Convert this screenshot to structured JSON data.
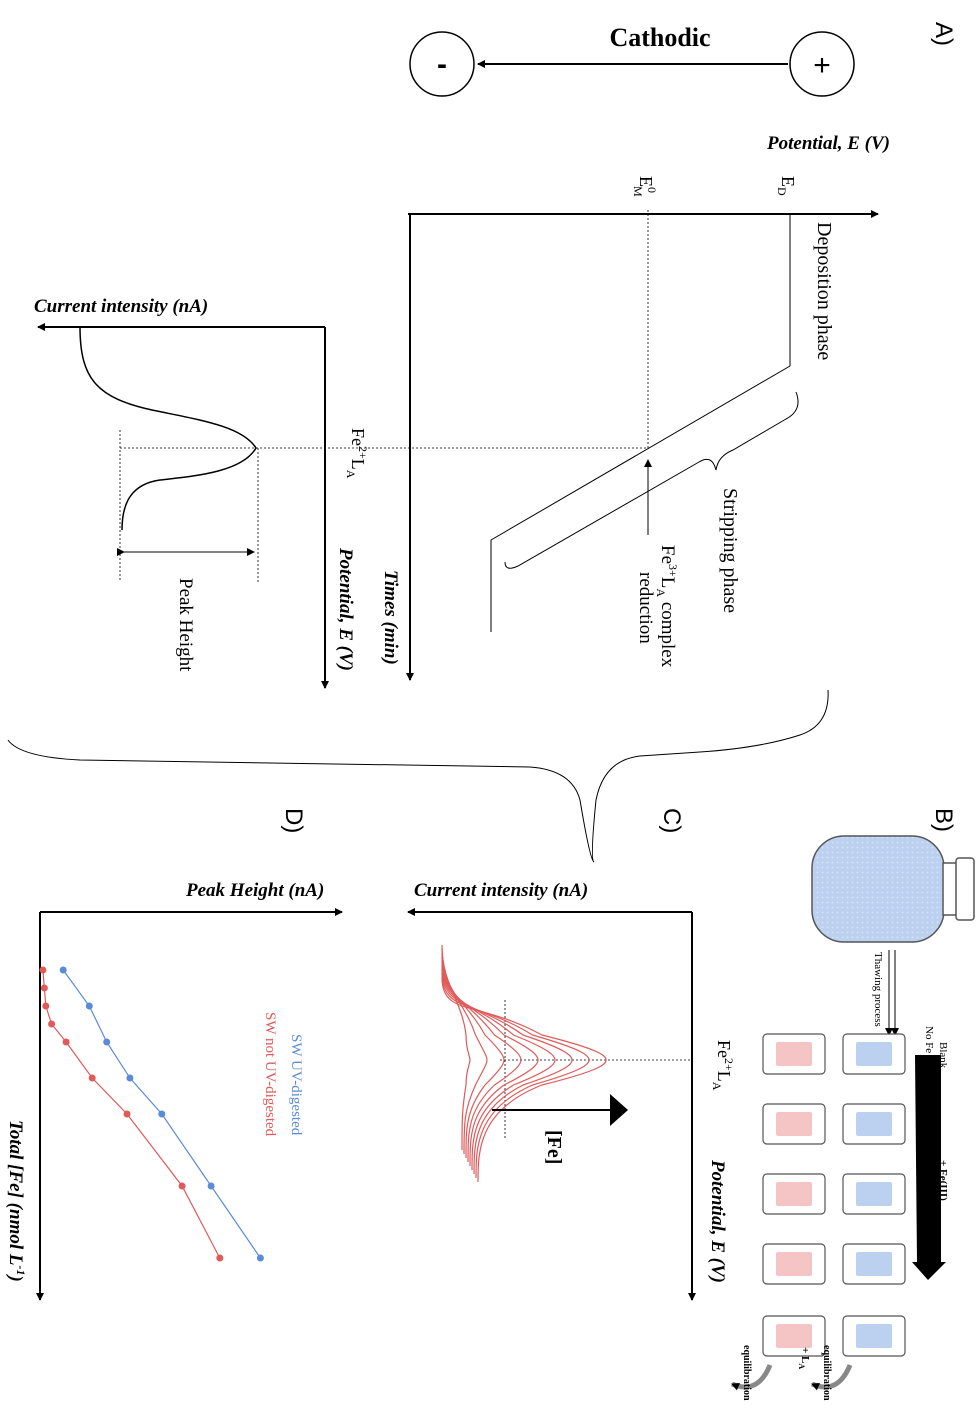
{
  "panels": {
    "a": "A)",
    "b": "B)",
    "c": "C)",
    "d": "D)"
  },
  "panel_a": {
    "cathodic": "Cathodic",
    "minus": "-",
    "plus": "+",
    "potential_axis": "Potential, E (V)",
    "ed_main": "E",
    "ed_sub": "D",
    "em_main": "E",
    "em_sup": "0",
    "em_sub": "M",
    "deposition": "Deposition phase",
    "stripping": "Stripping phase",
    "fe3_pre": "Fe",
    "fe3_sup": "3+",
    "fe3_mid": "L",
    "fe3_sub": "A",
    "fe3_post": " complex",
    "reduction": "reduction",
    "times_axis": "Times (min)",
    "current_axis": "Current intensity (nA)",
    "fe2_pre": "Fe",
    "fe2_sup": "2+",
    "fe2_mid": "L",
    "fe2_sub": "A",
    "potential_axis2": "Potential, E (V)",
    "peak_height": "Peak Height"
  },
  "panel_b": {
    "thawing": "Thawing process",
    "blank": "Blank",
    "no_fe": "No Fe addition",
    "fe_add": "+ Fe(III)",
    "la_add": "+ L",
    "la_sub": "A",
    "equil1": "equilibration",
    "equil2": "equilibration"
  },
  "panel_c": {
    "current_axis": "Current intensity (nA)",
    "fe2_pre": "Fe",
    "fe2_sup": "2+",
    "fe2_mid": "L",
    "fe2_sub": "A",
    "fe_arrow": "[Fe]",
    "potential_axis": "Potential, E (V)"
  },
  "panel_d": {
    "ylabel": "Peak Height (nA)",
    "xlabel": "Total [Fe] (nmol L",
    "xlabel_sup": "-1",
    "xlabel_end": ")"
  },
  "colors": {
    "blue": "#5b8bd6",
    "red": "#e05a5a",
    "blue_fill": "#bcd1ef",
    "red_fill": "#f5c4c4"
  },
  "chart_data": {
    "type": "scatter",
    "xlabel": "Total [Fe] (nmol L-1)",
    "ylabel": "Peak Height (nA)",
    "series": [
      {
        "name": "SW UV-digested",
        "color": "#5b8bd6",
        "x": [
          0,
          0.5,
          1,
          1.5,
          2,
          3,
          4
        ],
        "y": [
          0.8,
          1.7,
          2.3,
          3.1,
          4.2,
          5.9,
          7.6
        ]
      },
      {
        "name": "SW not UV-digested",
        "color": "#e05a5a",
        "x": [
          0,
          0.25,
          0.5,
          0.75,
          1,
          1.5,
          2,
          3,
          4
        ],
        "y": [
          0.1,
          0.15,
          0.2,
          0.4,
          0.9,
          1.8,
          3.0,
          4.9,
          6.2
        ]
      }
    ]
  }
}
